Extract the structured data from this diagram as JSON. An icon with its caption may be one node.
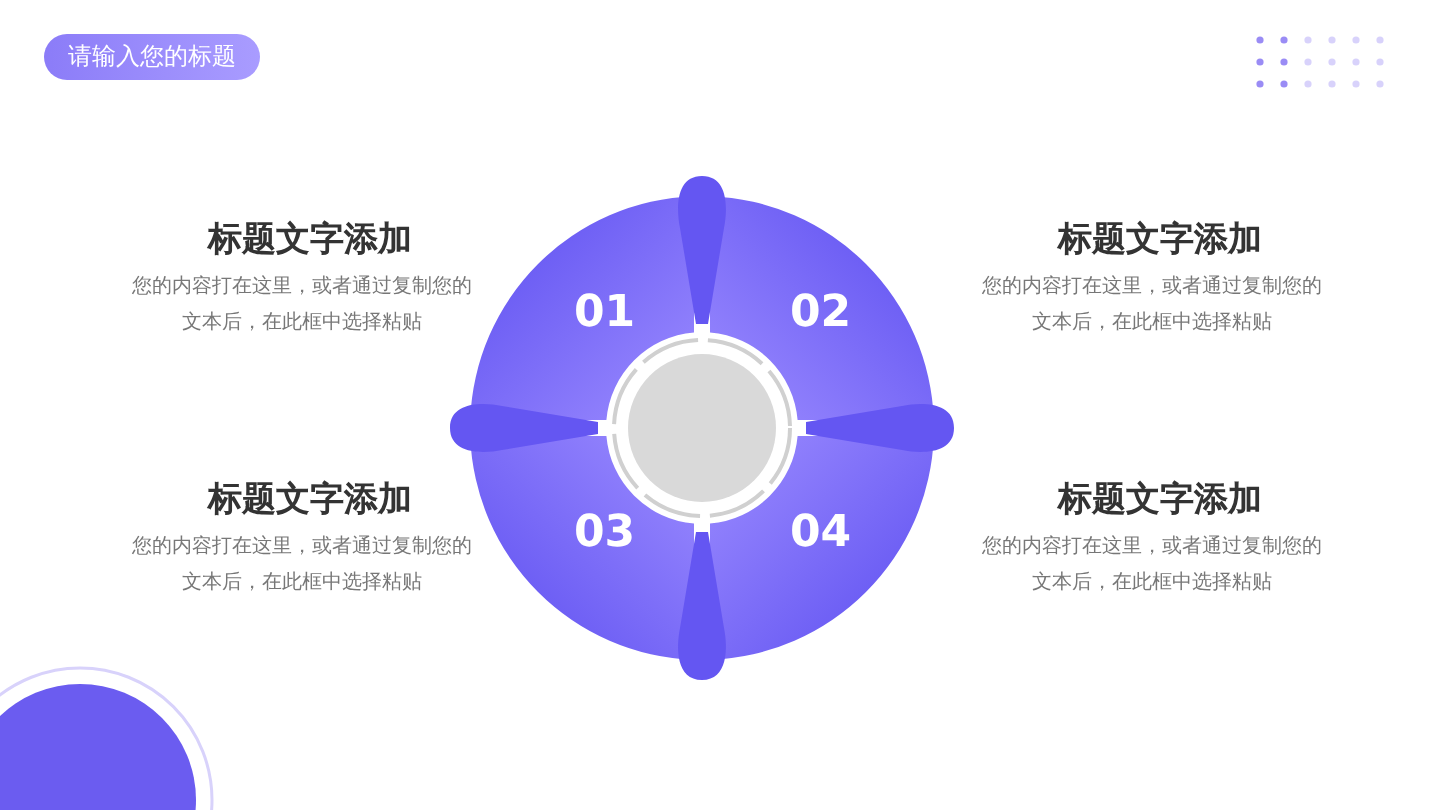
{
  "diagram": {
    "title": "请输入您的标题",
    "nodes": [
      {
        "text": [
          "01"
        ]
      },
      {
        "text": [
          "02"
        ]
      },
      {
        "text": [
          "03"
        ]
      },
      {
        "text": [
          "04"
        ]
      },
      {
        "text": [],
        "shape": "circle"
      }
    ],
    "labels": [
      "标题文字添加",
      "您的内容打在这里，或者通过复制您的文本后，在此框中选择粘贴",
      "标题文字添加",
      "您的内容打在这里，或者通过复制您的文本后，在此框中选择粘贴",
      "标题文字添加",
      "您的内容打在这里，或者通过复制您的文本后，在此框中选择粘贴",
      "标题文字添加",
      "您的内容打在这里，或者通过复制您的文本后，在此框中选择粘贴"
    ]
  }
}
